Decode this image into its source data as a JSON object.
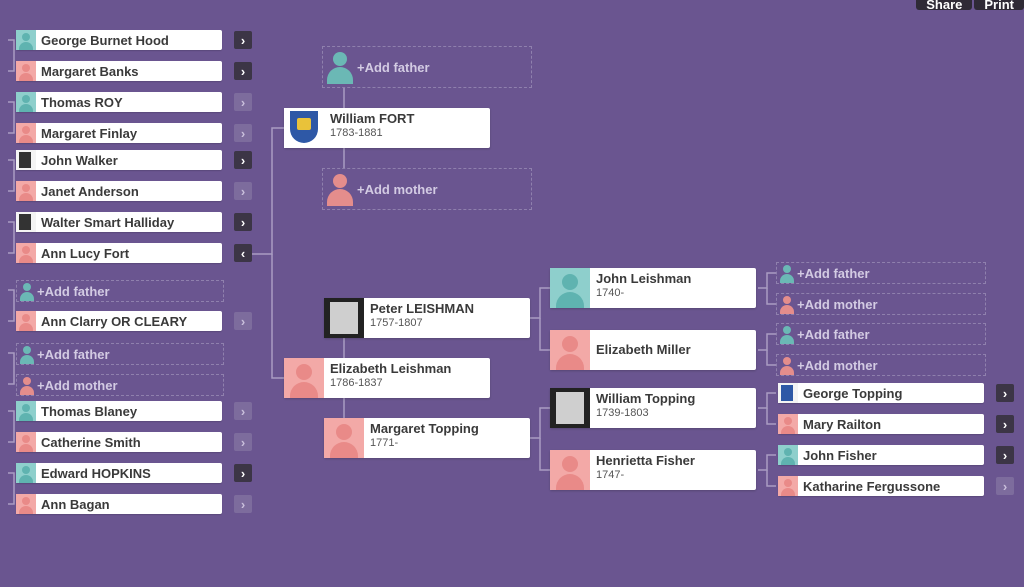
{
  "toolbar": {
    "share_label": "Share",
    "print_label": "Print"
  },
  "left_column": [
    {
      "name": "George Burnet Hood",
      "gender": "male",
      "arrow": "›",
      "arrow_style": "dark"
    },
    {
      "name": "Margaret Banks",
      "gender": "female",
      "arrow": "›",
      "arrow_style": "dark"
    },
    {
      "name": "Thomas ROY",
      "gender": "male",
      "arrow": "›",
      "arrow_style": "light"
    },
    {
      "name": "Margaret Finlay",
      "gender": "female",
      "arrow": "›",
      "arrow_style": "light"
    },
    {
      "name": "John Walker",
      "gender": "photo",
      "arrow": "›",
      "arrow_style": "dark"
    },
    {
      "name": "Janet Anderson",
      "gender": "female",
      "arrow": "›",
      "arrow_style": "light"
    },
    {
      "name": "Walter Smart Halliday",
      "gender": "photo",
      "arrow": "›",
      "arrow_style": "dark"
    },
    {
      "name": "Ann Lucy Fort",
      "gender": "female",
      "arrow": "‹",
      "arrow_style": "dark"
    },
    {
      "add": "Add father",
      "gender": "male"
    },
    {
      "name": "Ann Clarry OR CLEARY",
      "gender": "female",
      "arrow": "›",
      "arrow_style": "light"
    },
    {
      "add": "Add father",
      "gender": "male"
    },
    {
      "add": "Add mother",
      "gender": "female"
    },
    {
      "name": "Thomas Blaney",
      "gender": "male",
      "arrow": "›",
      "arrow_style": "light"
    },
    {
      "name": "Catherine Smith",
      "gender": "female",
      "arrow": "›",
      "arrow_style": "light"
    },
    {
      "name": "Edward HOPKINS",
      "gender": "male",
      "arrow": "›",
      "arrow_style": "dark"
    },
    {
      "name": "Ann Bagan",
      "gender": "female",
      "arrow": "›",
      "arrow_style": "light"
    }
  ],
  "cards": {
    "add_father": "Add father",
    "william_fort": {
      "name": "William FORT",
      "dates": "1783-1881"
    },
    "add_mother": "Add mother",
    "peter": {
      "name": "Peter LEISHMAN",
      "dates": "1757-1807"
    },
    "elizabeth_l": {
      "name": "Elizabeth Leishman",
      "dates": "1786-1837"
    },
    "margaret_t": {
      "name": "Margaret Topping",
      "dates": "1771-"
    },
    "john_l": {
      "name": "John Leishman",
      "dates": "1740-"
    },
    "elizabeth_m": {
      "name": "Elizabeth Miller",
      "dates": ""
    },
    "william_t": {
      "name": "William Topping",
      "dates": "1739-1803"
    },
    "henrietta": {
      "name": "Henrietta Fisher",
      "dates": "1747-"
    }
  },
  "right_column": [
    {
      "add": "Add father",
      "gender": "male"
    },
    {
      "add": "Add mother",
      "gender": "female"
    },
    {
      "add": "Add father",
      "gender": "male"
    },
    {
      "add": "Add mother",
      "gender": "female"
    },
    {
      "name": "George Topping",
      "gender": "photo",
      "arrow": "›",
      "arrow_style": "dark"
    },
    {
      "name": "Mary Railton",
      "gender": "female",
      "arrow": "›",
      "arrow_style": "dark"
    },
    {
      "name": "John Fisher",
      "gender": "male",
      "arrow": "›",
      "arrow_style": "dark"
    },
    {
      "name": "Katharine Fergussone",
      "gender": "female",
      "arrow": "›",
      "arrow_style": "light"
    }
  ]
}
